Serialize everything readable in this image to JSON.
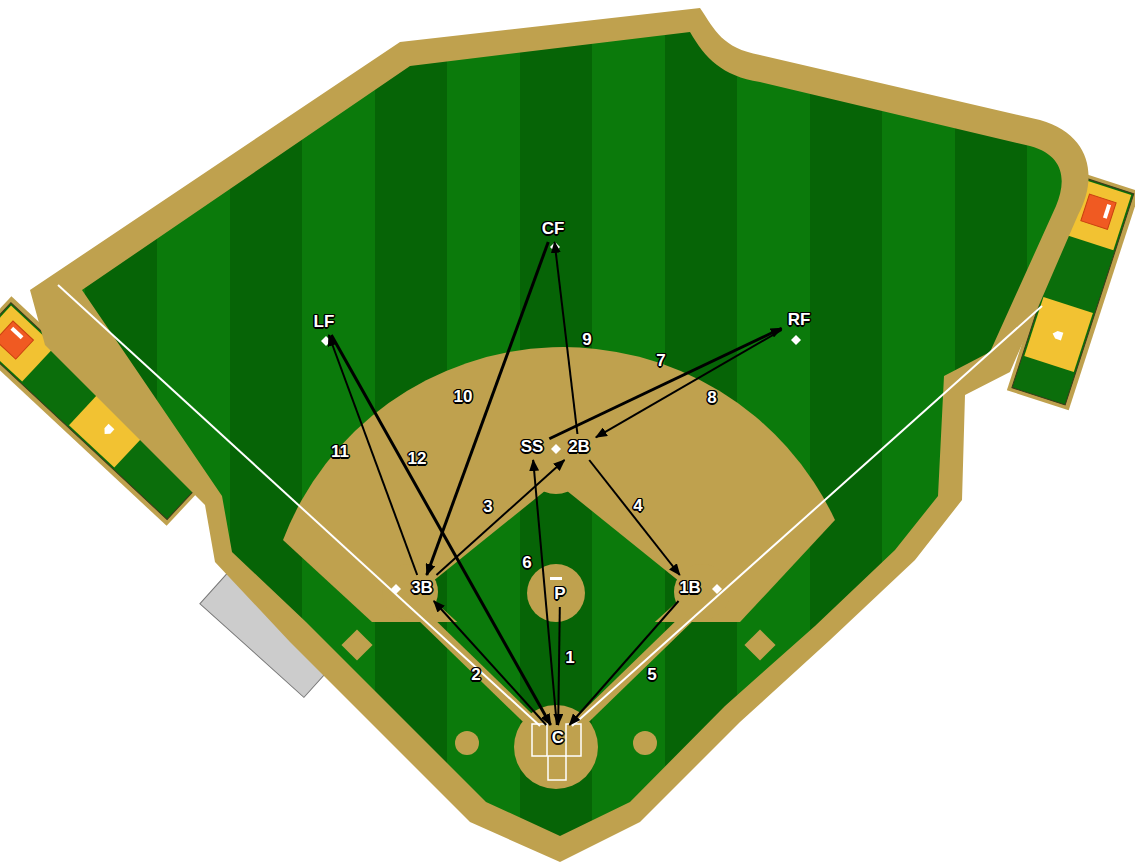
{
  "diagram": {
    "nodes": [
      {
        "text": [
          "CF"
        ]
      },
      {
        "text": [
          "LF"
        ]
      },
      {
        "text": [
          "RF"
        ]
      },
      {
        "text": [
          "SS"
        ]
      },
      {
        "text": [
          "2B"
        ]
      },
      {
        "text": [
          "3B"
        ]
      },
      {
        "text": [
          "P"
        ]
      },
      {
        "text": [
          "1B"
        ]
      },
      {
        "text": [
          "C"
        ]
      }
    ],
    "edges": [
      {
        "from": 6,
        "to": 8,
        "arrow": "to",
        "label": "1"
      },
      {
        "from": 8,
        "to": 5,
        "arrow": "to",
        "label": "2"
      },
      {
        "from": 5,
        "to": 4,
        "arrow": "to",
        "label": "3"
      },
      {
        "from": 4,
        "to": 7,
        "arrow": "to",
        "label": "4"
      },
      {
        "from": 7,
        "to": 8,
        "arrow": "to",
        "label": "5"
      },
      {
        "from": 8,
        "to": 3,
        "arrow": "to",
        "label": "6"
      },
      {
        "from": 3,
        "to": 2,
        "arrow": "to",
        "label": "7"
      },
      {
        "from": 2,
        "to": 4,
        "arrow": "to",
        "label": "8"
      },
      {
        "from": 4,
        "to": 0,
        "arrow": "to",
        "label": "9"
      },
      {
        "from": 0,
        "to": 5,
        "arrow": "to",
        "label": "10"
      },
      {
        "from": 5,
        "to": 1,
        "arrow": "to",
        "label": "11"
      },
      {
        "from": 1,
        "to": 8,
        "arrow": "to",
        "label": "12"
      }
    ]
  }
}
